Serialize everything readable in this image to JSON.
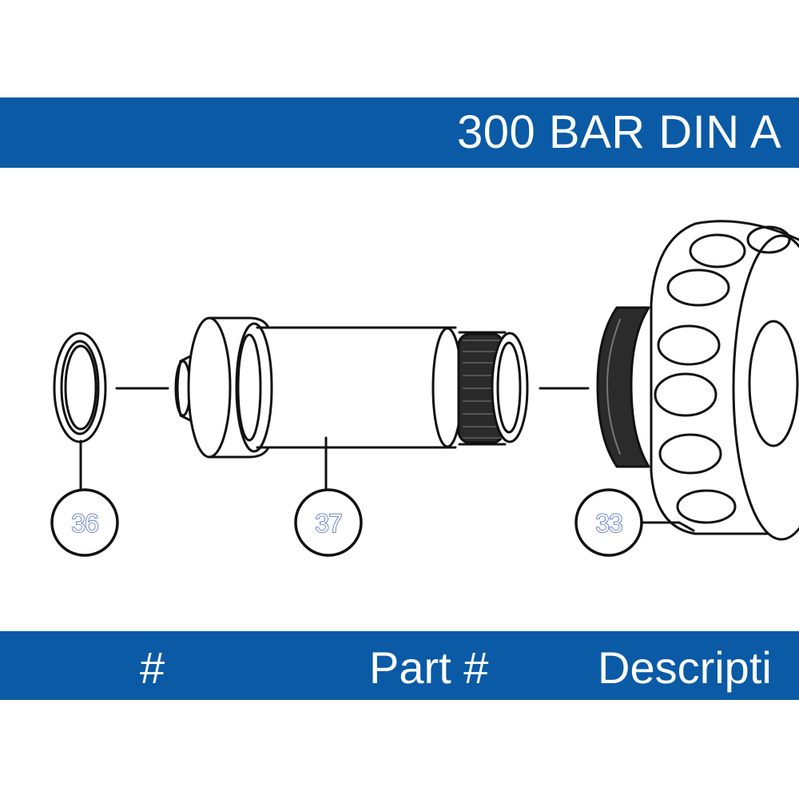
{
  "theme": {
    "band_color": "#0a5aa6",
    "text_color": "#ffffff"
  },
  "title": "300 BAR DIN A",
  "table_header": {
    "col_number": "#",
    "col_part": "Part #",
    "col_description": "Descripti"
  },
  "callouts": {
    "c36": "36",
    "c37": "37",
    "c33": "33"
  },
  "parts": {
    "p36": "o-ring",
    "p37": "din-adapter-body",
    "p33": "din-handwheel"
  }
}
